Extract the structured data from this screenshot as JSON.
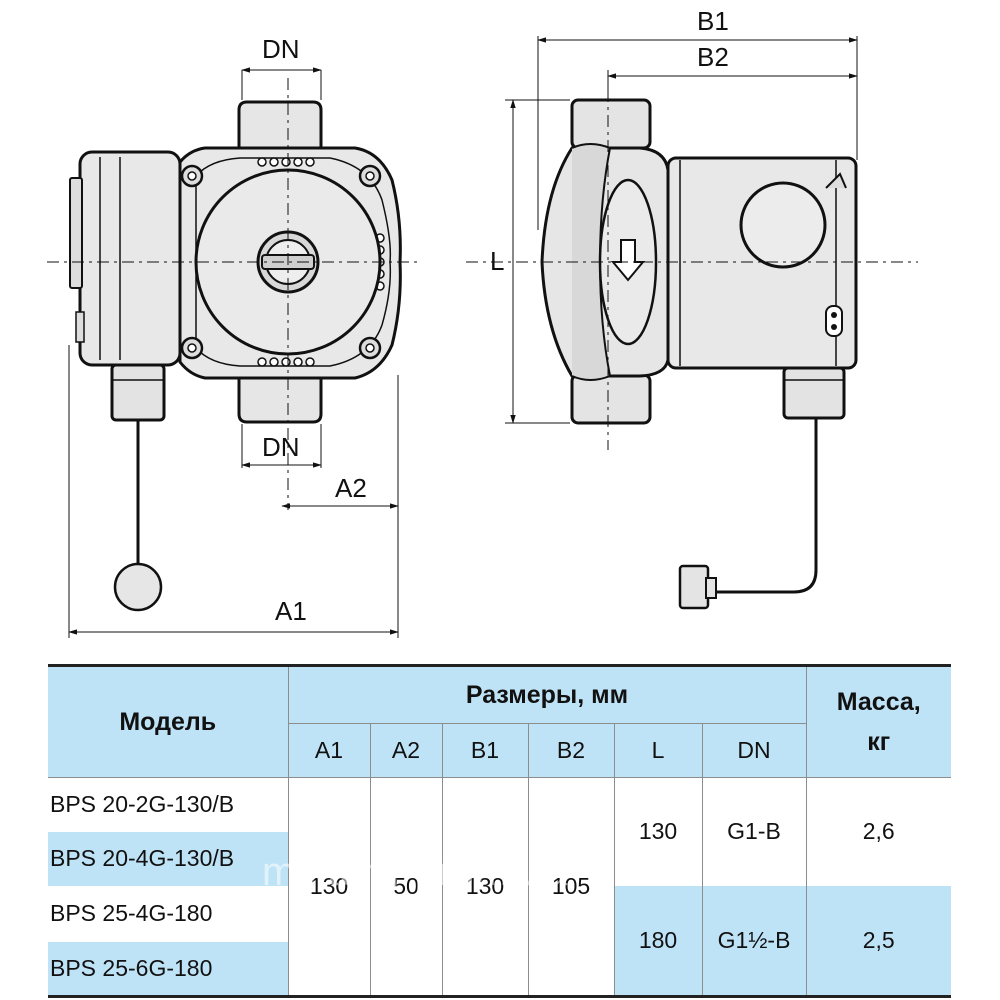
{
  "drawing": {
    "labels": {
      "dn_top": "DN",
      "dn_bottom": "DN",
      "a1": "A1",
      "a2": "A2",
      "b1": "B1",
      "b2": "B2",
      "l": "L"
    }
  },
  "table": {
    "header_model": "Модель",
    "header_dimensions": "Размеры, мм",
    "header_mass": "Масса, кг",
    "columns": [
      "A1",
      "A2",
      "B1",
      "B2",
      "L",
      "DN"
    ],
    "models": [
      "BPS 20-2G-130/B",
      "BPS 20-4G-130/B",
      "BPS 25-4G-180",
      "BPS 25-6G-180"
    ],
    "shared": {
      "A1": "130",
      "A2": "50",
      "B1": "130",
      "B2": "105"
    },
    "groups": [
      {
        "L": "130",
        "DN": "G1-B",
        "mass": "2,6"
      },
      {
        "L": "180",
        "DN": "G1½-B",
        "mass": "2,5"
      }
    ]
  },
  "watermark": "mixtorg-prom.ua",
  "colors": {
    "header_bg": "#bfe3f6",
    "line": "#1a1a1a",
    "body_fill": "#e8e8e8"
  }
}
